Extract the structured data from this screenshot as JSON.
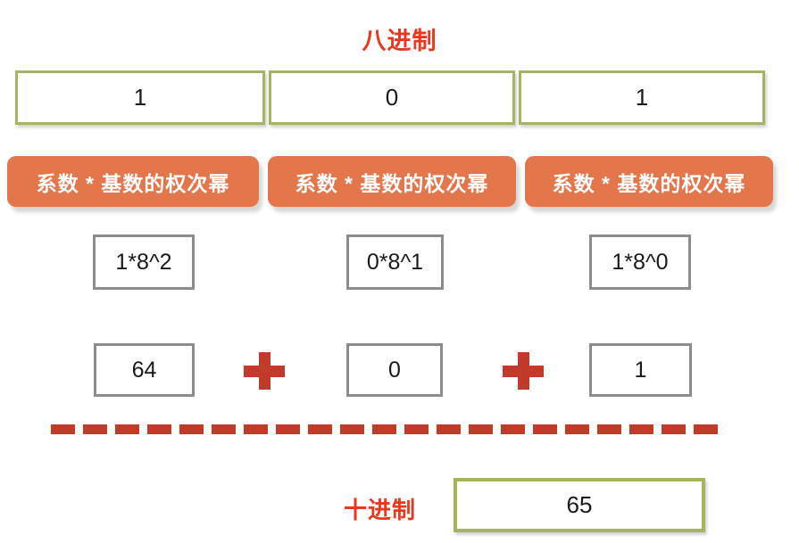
{
  "header": {
    "title": "八进制"
  },
  "octal_row": {
    "digits": [
      "1",
      "0",
      "1"
    ]
  },
  "label_row": {
    "labels": [
      "系数 * 基数的权次幂",
      "系数 * 基数的权次幂",
      "系数 * 基数的权次幂"
    ]
  },
  "formula_row": {
    "formulas": [
      "1*8^2",
      "0*8^1",
      "1*8^0"
    ]
  },
  "product_row": {
    "values": [
      "64",
      "0",
      "1"
    ],
    "operator": "+"
  },
  "footer": {
    "title": "十进制",
    "result": "65"
  },
  "colors": {
    "title_red": "#e8391e",
    "accent_red": "#c23a2a",
    "label_orange": "#e4764b",
    "cell_border_olive": "#a6b35f",
    "box_border_gray": "#8c8c8c"
  }
}
